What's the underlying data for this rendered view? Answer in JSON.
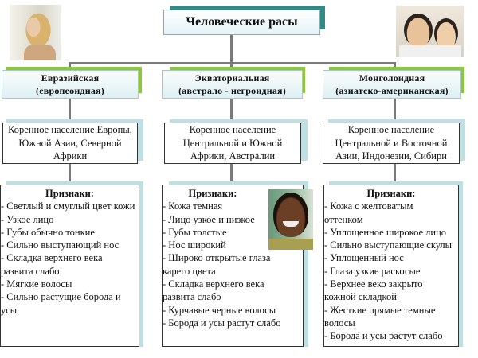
{
  "diagram": {
    "title": "Человеческие расы",
    "races": [
      {
        "name": "Евразийская",
        "subname": "(европеоидная)",
        "region_lines": [
          "Коренное население Европы,",
          "Южной Азии, Северной",
          "Африки"
        ],
        "traits_title": "Признаки:",
        "traits_lines": [
          "- Светлый и смуглый цвет кожи",
          "- Узкое лицо",
          "- Губы обычно тонкие",
          "- Сильно выступающий нос",
          "- Складка верхнего века",
          "развита слабо",
          "- Мягкие волосы",
          "- Сильно растущие борода и",
          "усы"
        ]
      },
      {
        "name": "Экваториальная",
        "subname": "(австрало - негроидная)",
        "region_lines": [
          "Коренное население",
          "Центральной и Южной",
          "Африки, Австралии"
        ],
        "traits_title": "Признаки:",
        "traits_lines": [
          "- Кожа темная",
          "- Лицо узкое и низкое",
          "- Губы толстые",
          "- Нос широкий",
          "- Широко открытые глаза",
          "карего цвета",
          "- Складка верхнего века",
          "развита слабо",
          "- Курчавые черные волосы",
          "- Борода и усы растут слабо"
        ]
      },
      {
        "name": "Монголоидная",
        "subname": "(азиатско-американская)",
        "region_lines": [
          "Коренное население",
          "Центральной и Восточной",
          "Азии, Индонезии, Сибири"
        ],
        "traits_title": "Признаки:",
        "traits_lines": [
          "- Кожа с желтоватым",
          "оттенком",
          "- Уплощенное широкое лицо",
          "- Сильно выступающие скулы",
          "- Уплощенный нос",
          "- Глаза узкие раскосые",
          "- Верхнее веко закрыто",
          "кожной складкой",
          "- Жесткие прямые темные",
          "волосы",
          "- Борода и усы растут слабо"
        ]
      }
    ],
    "photos": [
      "girl-photo",
      "asian-children-photo",
      "african-boy-photo"
    ],
    "colors": {
      "title_shadow": "#2e8b88",
      "header_shadow": "#8cc63e",
      "box_shadow": "#bfe0e3",
      "connector": "#7a7a7a"
    }
  }
}
